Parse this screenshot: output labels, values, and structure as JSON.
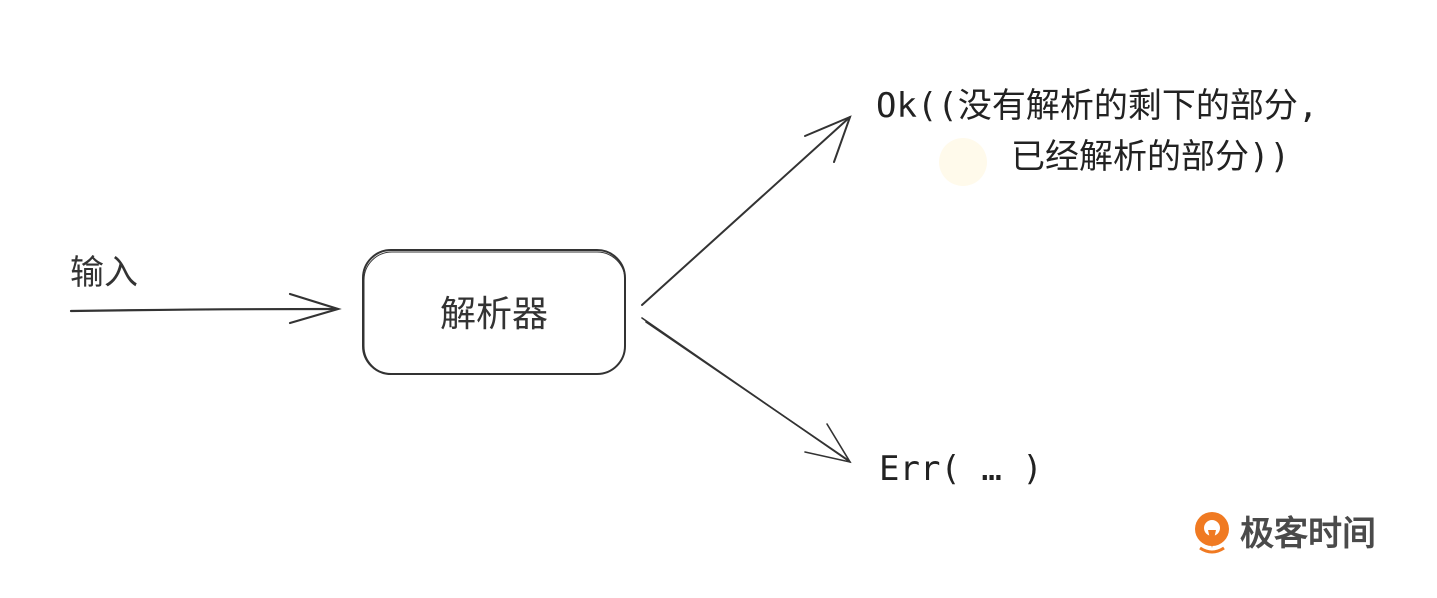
{
  "input_label": "输入",
  "parser_label": "解析器",
  "ok_line1": "Ok((没有解析的剩下的部分,",
  "ok_line2": "已经解析的部分))",
  "err_label": "Err( … )",
  "logo": {
    "text": "极客时间",
    "color": "#f07a22"
  },
  "colors": {
    "stroke": "#333333",
    "text": "#333333"
  }
}
